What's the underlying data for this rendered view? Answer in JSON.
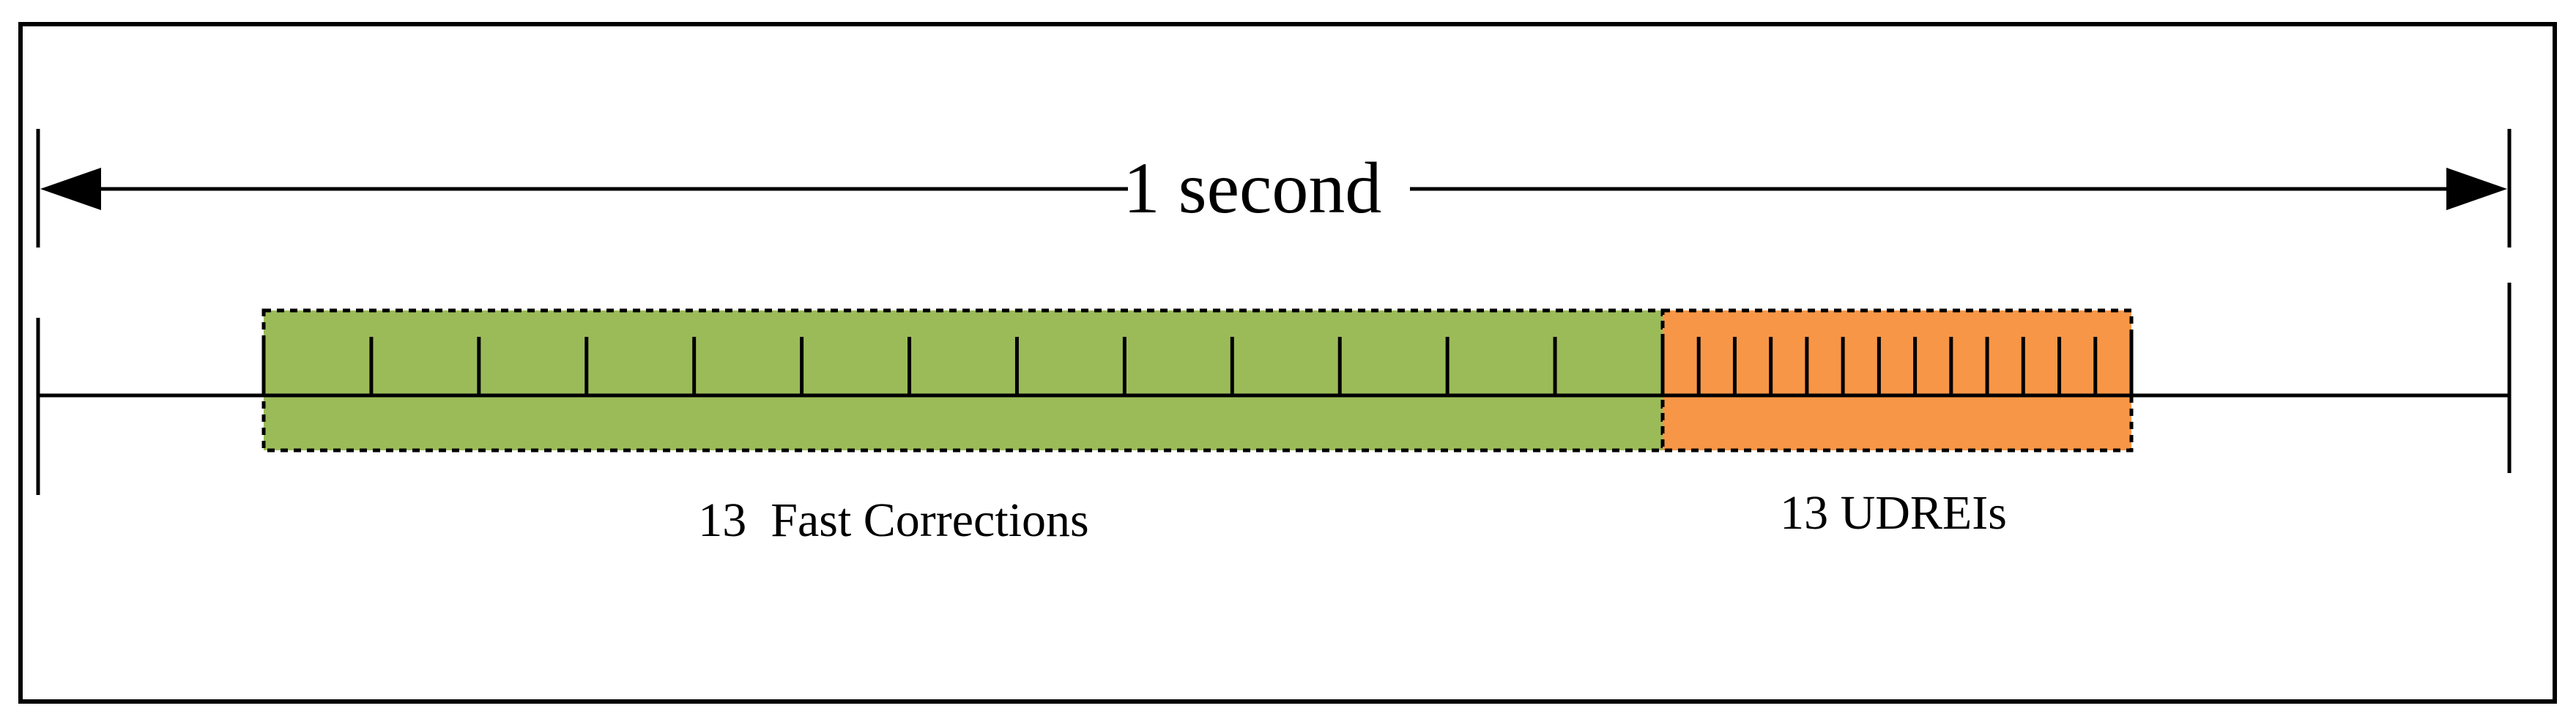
{
  "diagram": {
    "duration_label": "1 second",
    "fast_corrections_label": "13  Fast Corrections",
    "udreis_label": "13 UDREIs",
    "fast_corrections_count": 13,
    "udreis_count": 13
  },
  "colors": {
    "fast_corrections_fill": "#9BBB59",
    "udreis_fill": "#F79646",
    "line": "#000000",
    "frame": "#000000",
    "background": "#FFFFFF"
  }
}
